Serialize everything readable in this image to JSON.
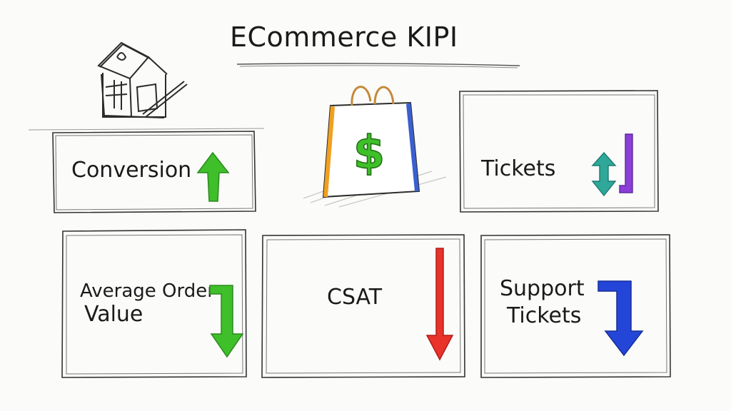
{
  "title": "ECommerce KIPI",
  "cards": {
    "conversion": {
      "label": "Conversion",
      "trend": "up",
      "arrow_color": "#3fbf2a"
    },
    "tickets": {
      "label": "Tickets",
      "trend": "up-down",
      "arrow_colors": [
        "#2fa89a",
        "#8a3fd6"
      ]
    },
    "aov": {
      "label_line1": "Average Order",
      "label_line2": "Value",
      "trend": "down",
      "arrow_color": "#3fbf2a"
    },
    "csat": {
      "label": "CSAT",
      "trend": "down",
      "arrow_color": "#e8322a"
    },
    "support_tickets": {
      "label_line1": "Support",
      "label_line2": "Tickets",
      "trend": "down",
      "arrow_color": "#2446d8"
    }
  },
  "icons": [
    "house-sketch-icon",
    "shopping-bag-dollar-icon"
  ],
  "colors": {
    "ink": "#2b2b2b",
    "paper": "#fbfbf9",
    "bag_orange": "#f0a020",
    "bag_blue": "#3a5fd0",
    "dollar_green": "#3fbf2a"
  }
}
